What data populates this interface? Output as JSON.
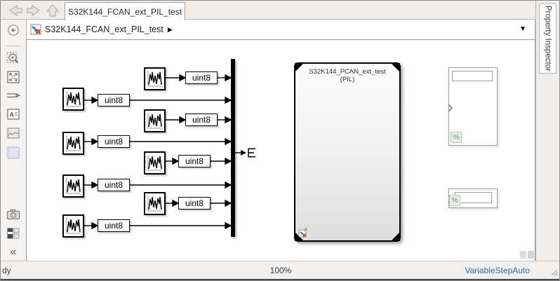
{
  "titlebar": {
    "tab_label": "S32K144_FCAN_ext_PIL_test"
  },
  "breadcrumb": {
    "model_name": "S32K144_FCAN_ext_PIL_test",
    "caret": "▶",
    "dropdown_glyph": "▼"
  },
  "right_panel": {
    "tab_label": "Property Inspector"
  },
  "palette": {
    "annotation_glyph": "A",
    "collapse_glyph": "«",
    "icons": [
      "zoom-to-region",
      "fit-to-view",
      "signal-routing",
      "annotation",
      "image",
      "area",
      "screenshot",
      "sample-time-legend",
      "collapse"
    ]
  },
  "diagram": {
    "datatype_label": "uint8",
    "pil_block_title": "S32K144_PCAN_ext_test",
    "pil_block_subtitle": "(PIL)",
    "comment_badge": "%",
    "source_block_count": 8
  },
  "status_bar": {
    "left_text": "dy",
    "zoom_level": "100%",
    "solver": "VariableStepAuto"
  },
  "colors": {
    "solver_link": "#2a6fae",
    "comment_green": "#8cb98c",
    "model_icon_blue": "#3a7fd2",
    "model_icon_orange": "#e06030"
  }
}
